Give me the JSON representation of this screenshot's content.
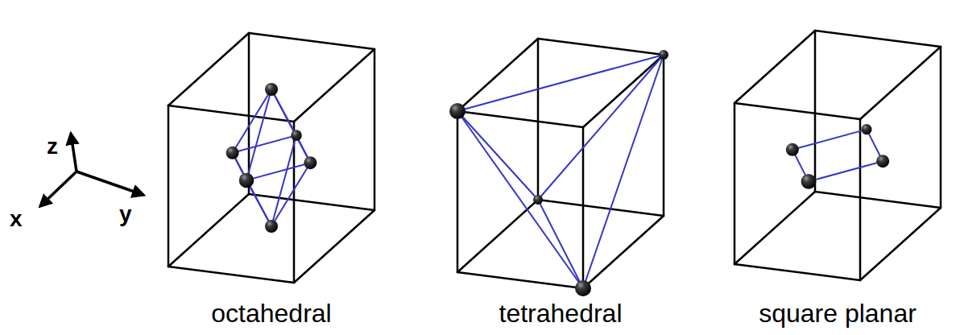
{
  "diagram": {
    "labels": [
      "z",
      "x",
      "y",
      "octahedral",
      "tetrahedral",
      "square planar"
    ]
  }
}
